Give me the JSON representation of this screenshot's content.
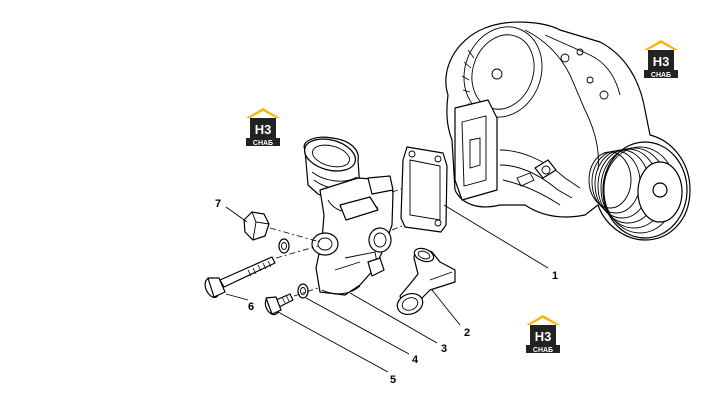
{
  "callouts": [
    {
      "id": "1",
      "label": "1"
    },
    {
      "id": "2",
      "label": "2"
    },
    {
      "id": "3",
      "label": "3"
    },
    {
      "id": "4",
      "label": "4"
    },
    {
      "id": "5",
      "label": "5"
    },
    {
      "id": "6",
      "label": "6"
    },
    {
      "id": "7",
      "label": "7"
    }
  ],
  "watermark": {
    "mark": "H3",
    "caption": "СНАБ",
    "colors": {
      "roof": "#f2b705",
      "box": "#222222",
      "caption_bg": "#222222",
      "caption_text": "#ffffff",
      "mark_text": "#ffffff"
    }
  },
  "icons": [
    "house-logo-icon"
  ]
}
